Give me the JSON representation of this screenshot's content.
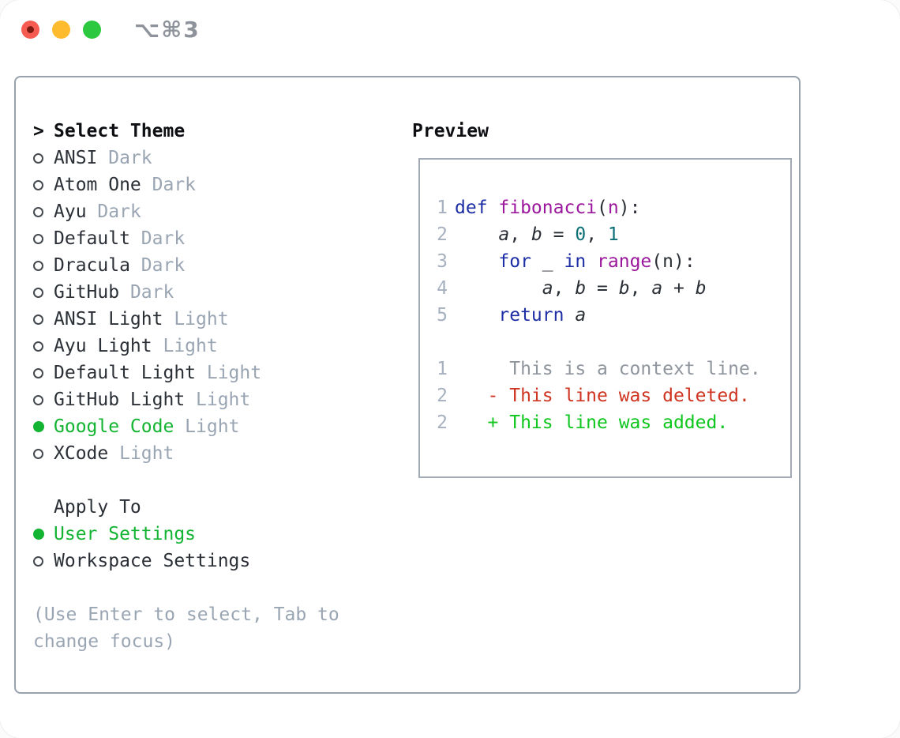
{
  "colors": {
    "text": "#2b2f36",
    "muted": "#9aa5b3",
    "green": "#13b432",
    "diff-green": "#0ec61e",
    "red": "#cf3420",
    "kw": "#1e2fa6",
    "fn": "#9b189c",
    "num": "#0c7076",
    "ln": "#a6b0bf",
    "ctx": "#8f959d",
    "panel-border": "#98a1ad",
    "preview-border": "#a2aab6",
    "shortcut": "#8e939b",
    "tl-red": "#f65c52",
    "tl-dot": "#7d1a12",
    "tl-yellow": "#fdbb2d",
    "tl-green": "#2bc840"
  },
  "window": {
    "shortcut": "⌥⌘3"
  },
  "theme_selector": {
    "prompt": ">",
    "title": "Select Theme",
    "items": [
      {
        "name": "ANSI",
        "variant": "Dark",
        "selected": false
      },
      {
        "name": "Atom One",
        "variant": "Dark",
        "selected": false
      },
      {
        "name": "Ayu",
        "variant": "Dark",
        "selected": false
      },
      {
        "name": "Default",
        "variant": "Dark",
        "selected": false
      },
      {
        "name": "Dracula",
        "variant": "Dark",
        "selected": false
      },
      {
        "name": "GitHub",
        "variant": "Dark",
        "selected": false
      },
      {
        "name": "ANSI Light",
        "variant": "Light",
        "selected": false
      },
      {
        "name": "Ayu Light",
        "variant": "Light",
        "selected": false
      },
      {
        "name": "Default Light",
        "variant": "Light",
        "selected": false
      },
      {
        "name": "GitHub Light",
        "variant": "Light",
        "selected": false
      },
      {
        "name": "Google Code",
        "variant": "Light",
        "selected": true
      },
      {
        "name": "XCode",
        "variant": "Light",
        "selected": false
      }
    ],
    "apply_to": {
      "title": "Apply To",
      "options": [
        {
          "name": "User Settings",
          "selected": true
        },
        {
          "name": "Workspace Settings",
          "selected": false
        }
      ]
    },
    "hint": "(Use Enter to select, Tab to change focus)"
  },
  "preview": {
    "title": "Preview",
    "lines": [
      {
        "type": "code",
        "n": "1",
        "tokens": [
          {
            "t": "def ",
            "c": "kw"
          },
          {
            "t": "fibonacci",
            "c": "fn"
          },
          {
            "t": "(",
            "c": "pl"
          },
          {
            "t": "n",
            "c": "prm"
          },
          {
            "t": "):",
            "c": "pl"
          }
        ]
      },
      {
        "type": "code",
        "n": "2",
        "tokens": [
          {
            "t": "    ",
            "c": "pl"
          },
          {
            "t": "a",
            "c": "var"
          },
          {
            "t": ", ",
            "c": "pl"
          },
          {
            "t": "b",
            "c": "var"
          },
          {
            "t": " = ",
            "c": "pl"
          },
          {
            "t": "0",
            "c": "num"
          },
          {
            "t": ", ",
            "c": "pl"
          },
          {
            "t": "1",
            "c": "num"
          }
        ]
      },
      {
        "type": "code",
        "n": "3",
        "tokens": [
          {
            "t": "    ",
            "c": "pl"
          },
          {
            "t": "for",
            "c": "kw"
          },
          {
            "t": " _ ",
            "c": "pl"
          },
          {
            "t": "in",
            "c": "kw"
          },
          {
            "t": " ",
            "c": "pl"
          },
          {
            "t": "range",
            "c": "fn"
          },
          {
            "t": "(n):",
            "c": "pl"
          }
        ]
      },
      {
        "type": "code",
        "n": "4",
        "tokens": [
          {
            "t": "        ",
            "c": "pl"
          },
          {
            "t": "a",
            "c": "var"
          },
          {
            "t": ", ",
            "c": "pl"
          },
          {
            "t": "b",
            "c": "var"
          },
          {
            "t": " = ",
            "c": "pl"
          },
          {
            "t": "b",
            "c": "var"
          },
          {
            "t": ", ",
            "c": "pl"
          },
          {
            "t": "a",
            "c": "var"
          },
          {
            "t": " + ",
            "c": "pl"
          },
          {
            "t": "b",
            "c": "var"
          }
        ]
      },
      {
        "type": "code",
        "n": "5",
        "tokens": [
          {
            "t": "    ",
            "c": "pl"
          },
          {
            "t": "return",
            "c": "kw"
          },
          {
            "t": " ",
            "c": "pl"
          },
          {
            "t": "a",
            "c": "var"
          }
        ]
      },
      {
        "type": "blank"
      },
      {
        "type": "diff",
        "n": "1",
        "cls": "ctx",
        "text": "     This is a context line."
      },
      {
        "type": "diff",
        "n": "2",
        "cls": "del",
        "text": "   - This line was deleted."
      },
      {
        "type": "diff",
        "n": "2",
        "cls": "add",
        "text": "   + This line was added."
      }
    ]
  }
}
